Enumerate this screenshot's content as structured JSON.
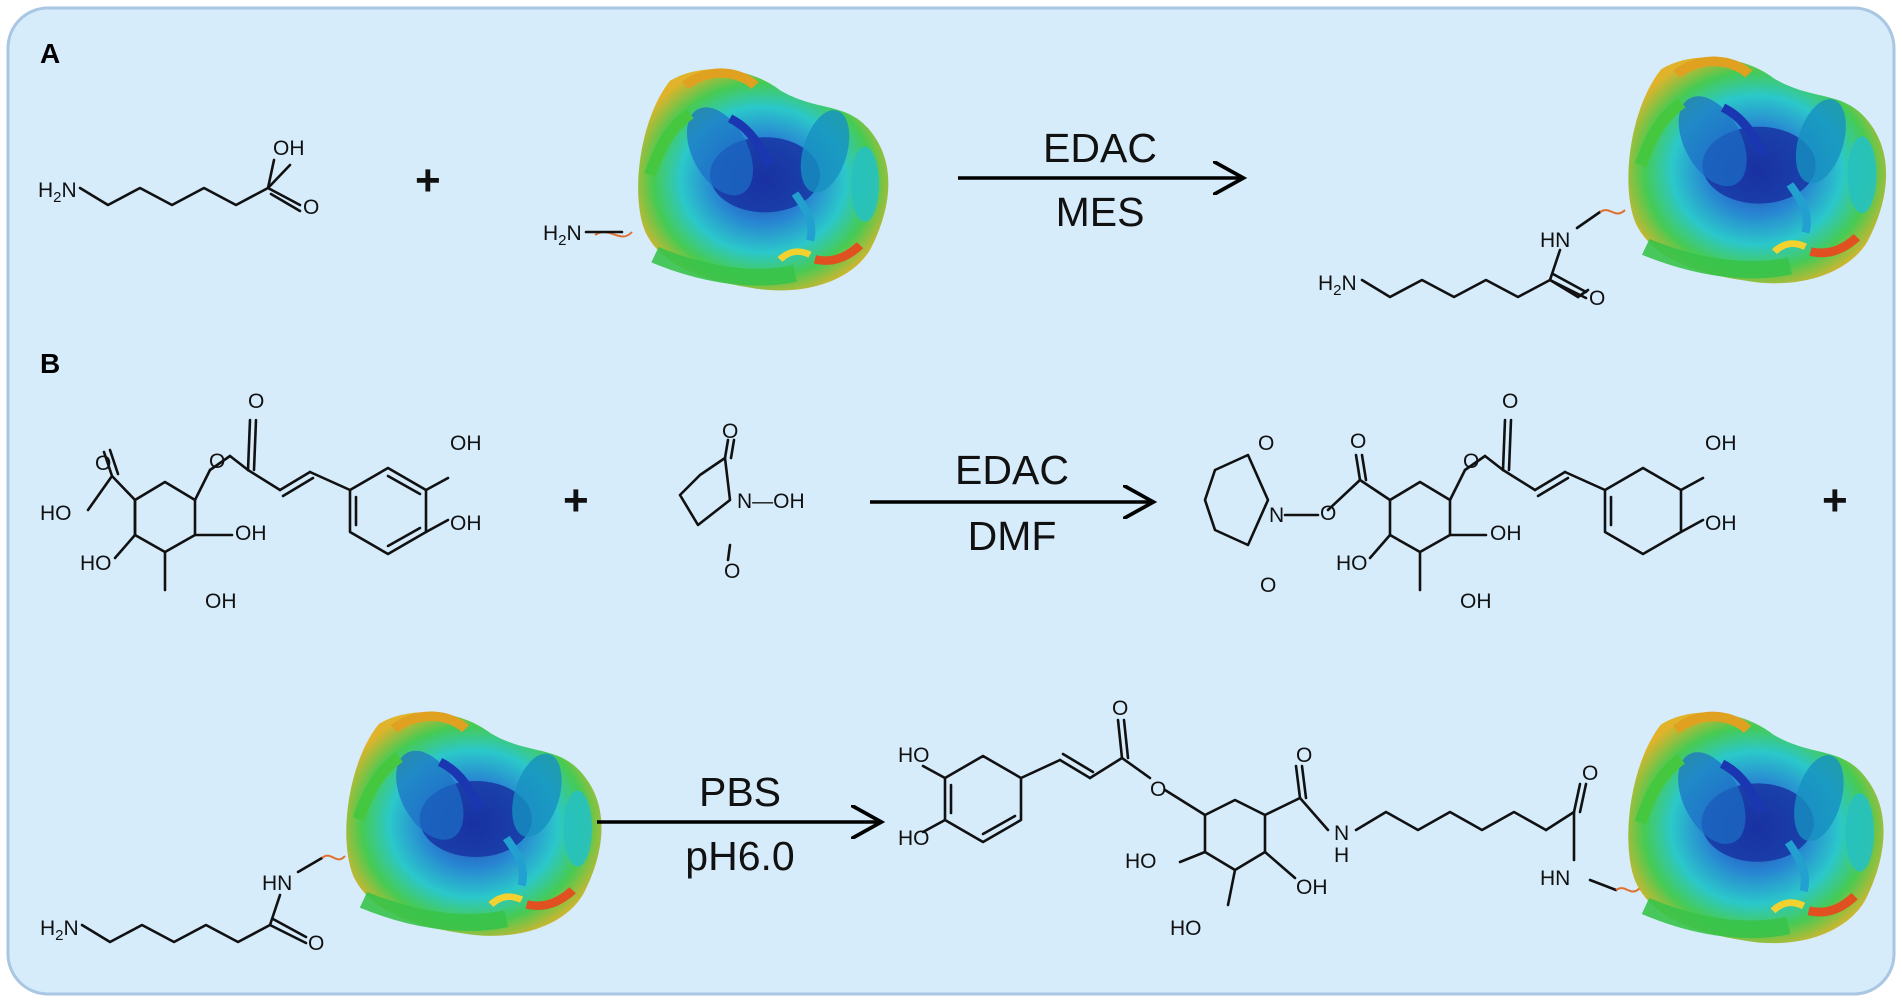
{
  "panels": [
    {
      "letter": "A",
      "reagents": {
        "top": "EDAC",
        "bottom": "MES"
      },
      "plus": "+",
      "reactant1": {
        "amine": "H2N",
        "acid_oh": "OH",
        "acid_o": "O"
      },
      "protein_amine": "H2N",
      "product": {
        "amine": "H2N",
        "nh": "HN",
        "o": "O"
      }
    },
    {
      "letter": "B",
      "reagents": {
        "top": "EDAC",
        "bottom": "DMF"
      },
      "plus": "+",
      "chlorogenic": {
        "o_ketone": "O",
        "o_ester": "O",
        "oh1": "OH",
        "oh2": "OH",
        "ho_acid": "HO",
        "o_acid": "O",
        "oh_ring": "OH",
        "ho_ring": "HO",
        "oh_bottom": "OH"
      },
      "nhs": {
        "o_top": "O",
        "n_oh": "N—OH",
        "o_bottom": "O"
      },
      "ester": {
        "o_top": "O",
        "n": "N",
        "o": "O",
        "o_carbonyl": "O",
        "o_bottom": "O",
        "ho": "HO",
        "oh_ring": "OH",
        "oh_bottom": "OH",
        "o_ketone": "O",
        "o_ester": "O",
        "oh1": "OH",
        "oh2": "OH"
      },
      "trailing_plus": "+"
    },
    {
      "reagents": {
        "top": "PBS",
        "bottom": "pH6.0"
      },
      "linked_protein": {
        "amine": "H2N",
        "nh": "HN",
        "o": "O"
      },
      "final": {
        "ho1": "HO",
        "ho2": "HO",
        "o_ketone": "O",
        "o_ester": "O",
        "ho_ring": "HO",
        "o_amide": "O",
        "nh": "N",
        "h": "H",
        "oh": "OH",
        "ho_bottom": "HO",
        "o_amide2": "O",
        "hn": "HN"
      }
    }
  ],
  "colors": {
    "background": "#d6ecfb",
    "border": "#a9c6e2",
    "ink": "#111111"
  }
}
